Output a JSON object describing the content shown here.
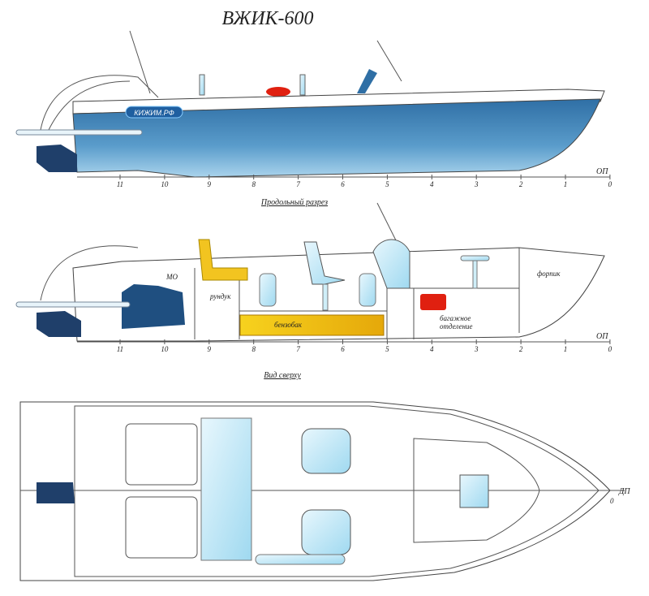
{
  "title": "ВЖИК-600",
  "brand_label": "КИЖИМ.РФ",
  "baseline_label": "ОП",
  "centerline_label": "ДП",
  "stations": [
    "11",
    "10",
    "9",
    "8",
    "7",
    "6",
    "5",
    "4",
    "3",
    "2",
    "1",
    "0"
  ],
  "section_title": "Продольный разрез",
  "top_view_title": "Вид сверху",
  "compartments": {
    "engine": "МО",
    "locker": "рундук",
    "fuel_tank": "бензобак",
    "luggage_line1": "багажное",
    "luggage_line2": "отделение",
    "forepeak": "форпик"
  },
  "colors": {
    "hull_blue": "#3d7fb0",
    "light_blue": "#bfe6f5",
    "tank_yellow": "#f0c020",
    "red": "#e02010",
    "engine_dark": "#1f4f80"
  }
}
